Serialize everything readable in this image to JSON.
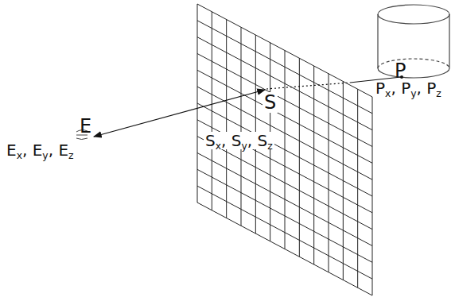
{
  "diagram": {
    "labels": [
      "E",
      "Ex, Ey, Ez",
      "S",
      "Sx, Sy, Sz",
      "P",
      "Px, Py, Pz"
    ]
  }
}
